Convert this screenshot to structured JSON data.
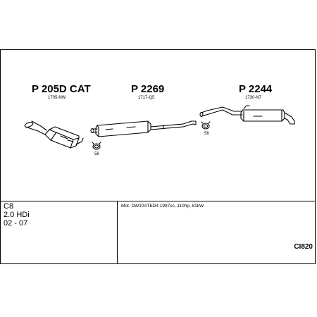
{
  "parts": [
    {
      "part_no": "P 205D CAT",
      "ref": "1705-NW"
    },
    {
      "part_no": "P 2269",
      "ref": "1717-Q5"
    },
    {
      "part_no": "P 2244",
      "ref": "1730-N7"
    }
  ],
  "clamps": [
    "58",
    "56"
  ],
  "vehicle": {
    "model": "C8",
    "engine": "2.0 HDi",
    "years": "02 - 07"
  },
  "engine_info": "Mot. DW10ATED4 1997cc, 110hp, 81kW",
  "catalog_code": "CI820"
}
